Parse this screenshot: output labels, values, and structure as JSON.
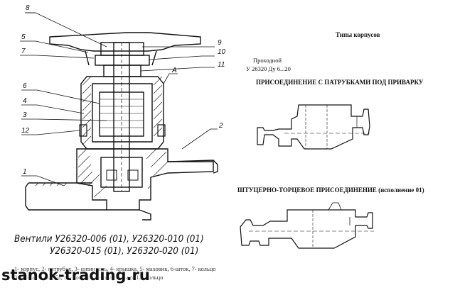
{
  "callouts": [
    "8",
    "5",
    "7",
    "6",
    "4",
    "3",
    "12",
    "1",
    "9",
    "10",
    "11",
    "A",
    "2"
  ],
  "section_title": "Типы корпусов",
  "passthrough_line1": "Проходной",
  "passthrough_line2": "У 26320 Ду 6...20",
  "weld_heading": "ПРИСОЕДИНЕНИЕ С ПАТРУБКАМИ ПОД ПРИВАРКУ",
  "union_heading": "ШТУЦЕРНО-ТОРЦЕВОЕ ПРИСОЕДИНЕНИЕ (исполнение 01)",
  "caption_line1": "Вентили У26320-006 (01), У26320-010 (01)",
  "caption_line2": "У26320-015 (01), У26320-020 (01)",
  "legend_line1": "1- корпус, 2- патрубок, 3- шпиндель, 4- крышка, 5- маховик, 6-шток, 7- кольцо",
  "legend_line2": "8- гайка, 9- шайба, 10- кольцо, 11- полукольцо, 12- кольцо",
  "watermark": "stanok-trading.ru"
}
